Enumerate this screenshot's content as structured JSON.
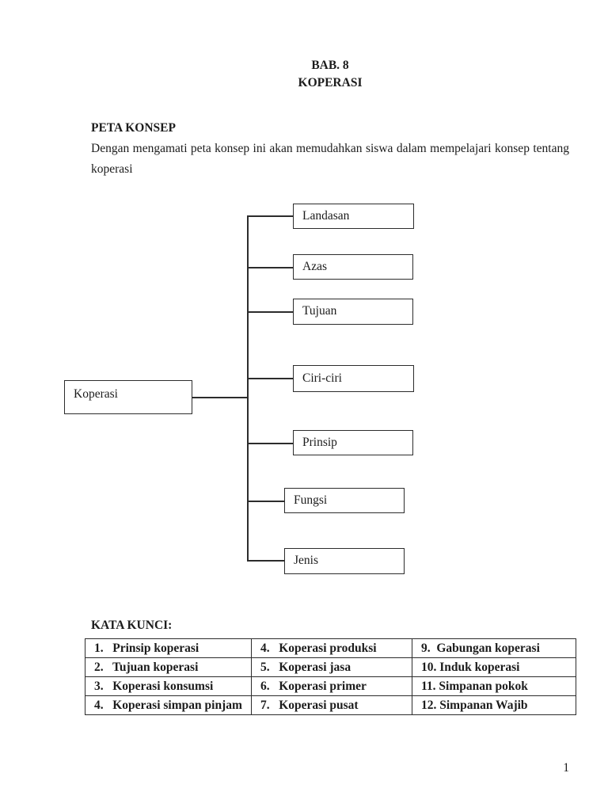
{
  "header": {
    "line1": "BAB. 8",
    "line2": "KOPERASI"
  },
  "section": {
    "heading": "PETA KONSEP",
    "paragraph_lines": [
      "Dengan mengamati peta konsep ini akan memudahkan siswa dalam mempelajari konsep tentang",
      "koperasi"
    ]
  },
  "diagram": {
    "root": {
      "label": "Koperasi"
    },
    "branches": [
      {
        "label": "Landasan"
      },
      {
        "label": "Azas"
      },
      {
        "label": "Tujuan"
      },
      {
        "label": "Ciri-ciri"
      },
      {
        "label": "Prinsip"
      },
      {
        "label": "Fungsi"
      },
      {
        "label": "Jenis"
      }
    ]
  },
  "keywords": {
    "heading": "KATA KUNCI:",
    "table": {
      "rows": [
        [
          "1.   Prinsip koperasi",
          "4.   Koperasi produksi",
          "9.  Gabungan koperasi"
        ],
        [
          "2.   Tujuan koperasi",
          "5.   Koperasi jasa",
          "10. Induk koperasi"
        ],
        [
          "3.   Koperasi konsumsi",
          "6.   Koperasi primer",
          "11. Simpanan pokok"
        ],
        [
          "4.   Koperasi simpan pinjam",
          "7.   Koperasi pusat",
          "12. Simpanan Wajib"
        ]
      ]
    }
  },
  "page_number": "1",
  "colors": {
    "background": "#ffffff",
    "text": "#1c1c1c",
    "border": "#2c2c2c"
  }
}
